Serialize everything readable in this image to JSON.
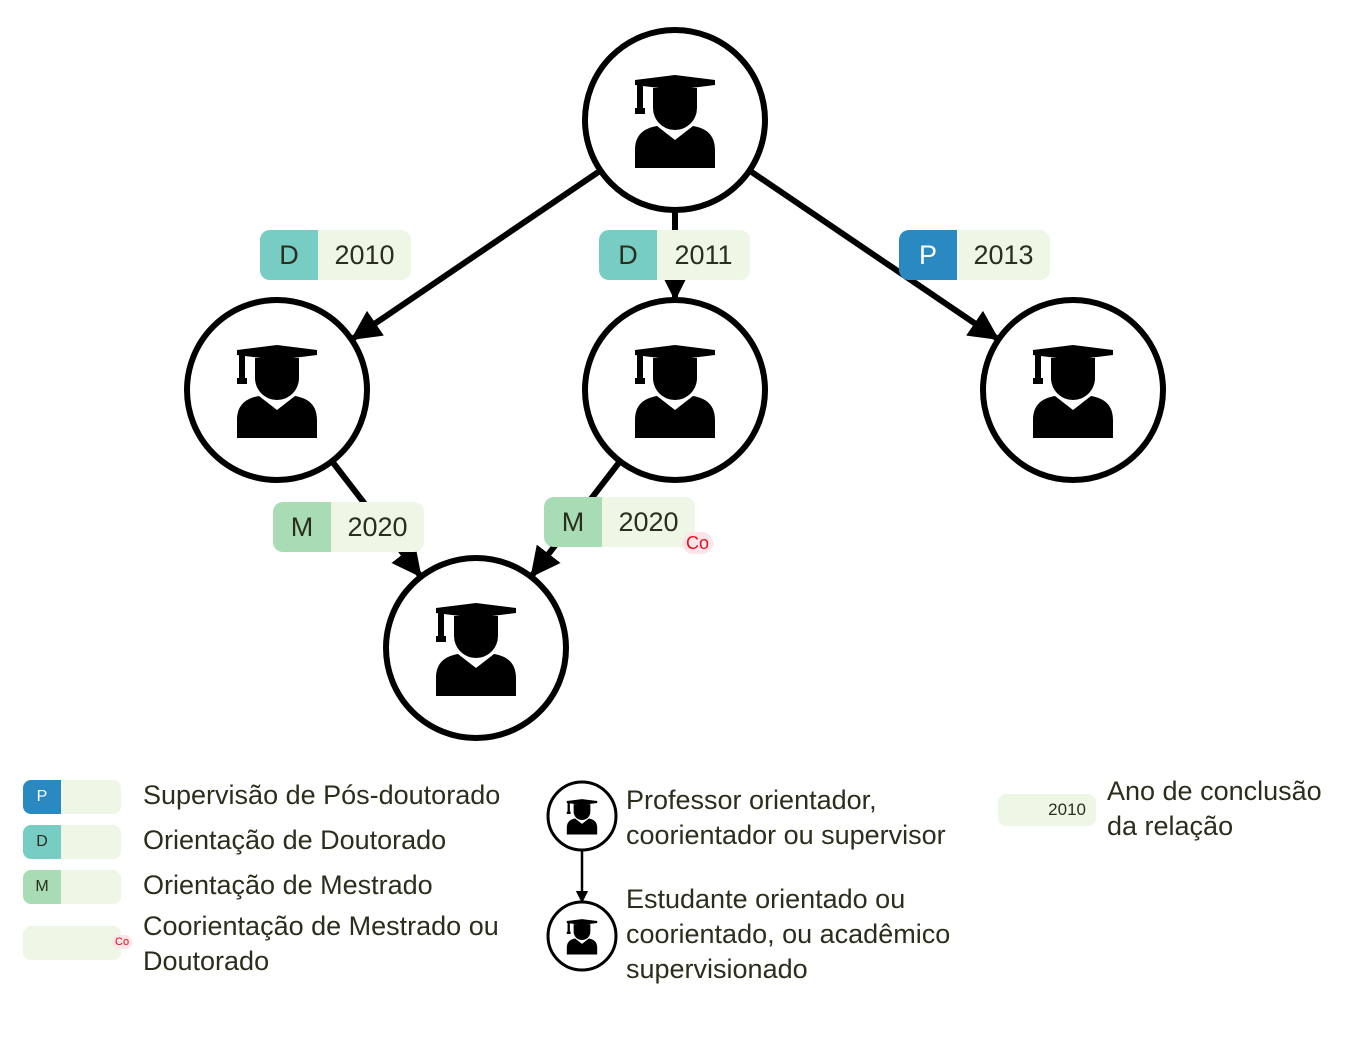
{
  "colors": {
    "postdoc": "#2a89c0",
    "doctorate": "#77ccc4",
    "masters": "#a8dcb4",
    "year_bg": "#eef7e6",
    "coadvisor_text": "#e3121e",
    "coadvisor_bg": "#fde4e8",
    "node_stroke": "#000000"
  },
  "nodes": [
    {
      "id": "top",
      "icon": "graduate-icon"
    },
    {
      "id": "left",
      "icon": "graduate-icon"
    },
    {
      "id": "center",
      "icon": "graduate-icon"
    },
    {
      "id": "right",
      "icon": "graduate-icon"
    },
    {
      "id": "bottom",
      "icon": "graduate-icon"
    }
  ],
  "edges": [
    {
      "from": "top",
      "to": "left",
      "type": "D",
      "year": "2010",
      "coadvisor": ""
    },
    {
      "from": "top",
      "to": "center",
      "type": "D",
      "year": "2011",
      "coadvisor": ""
    },
    {
      "from": "top",
      "to": "right",
      "type": "P",
      "year": "2013",
      "coadvisor": ""
    },
    {
      "from": "left",
      "to": "bottom",
      "type": "M",
      "year": "2020",
      "coadvisor": ""
    },
    {
      "from": "center",
      "to": "bottom",
      "type": "M",
      "year": "2020",
      "coadvisor": "Co"
    }
  ],
  "legend": {
    "types": [
      {
        "code": "P",
        "label": "Supervisão de Pós-doutorado"
      },
      {
        "code": "D",
        "label": "Orientação de Doutorado"
      },
      {
        "code": "M",
        "label": "Orientação de Mestrado"
      },
      {
        "code": "",
        "co": "Co",
        "label": "Coorientação de Mestrado ou Doutorado"
      }
    ],
    "nodes": {
      "advisor": "Professor orientador, coorientador ou supervisor",
      "student": "Estudante orientado ou coorientado, ou acadêmico supervisionado"
    },
    "year": {
      "sample": "2010",
      "label": "Ano de conclusão da relação"
    }
  }
}
